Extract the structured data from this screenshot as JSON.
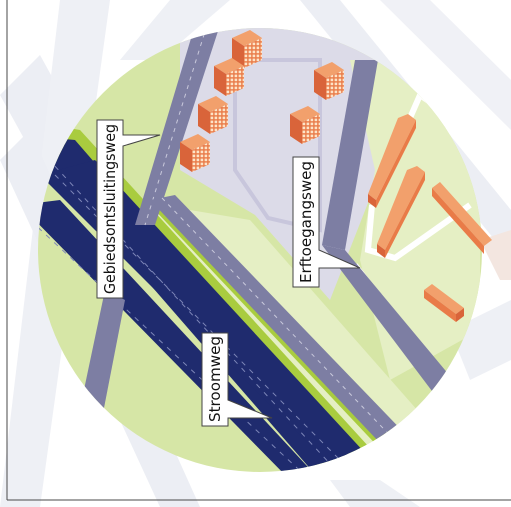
{
  "labels": {
    "gebieds": "Gebiedsontsluitingsweg",
    "erftoegang": "Erftoegangsweg",
    "stroom": "Stroomweg"
  },
  "colors": {
    "frame": "#4a4a4a",
    "faded_bg": "#e9ebf2",
    "faded_road": "#d9dce8",
    "circle_green": "#d6e6a6",
    "light_green": "#e5efc4",
    "bright_green": "#a9cc3f",
    "highway": "#1f2b6e",
    "lane_mark": "#7d86b8",
    "gray_road": "#7d7ea3",
    "plaza": "#dcdbe8",
    "plaza_edge": "#c8c6dc",
    "white_road": "#ffffff",
    "building_top": "#f2a06c",
    "building_side": "#d9643a",
    "building_front": "#e97b48",
    "window": "#fde4c8"
  },
  "icons": [
    "building-icon"
  ]
}
